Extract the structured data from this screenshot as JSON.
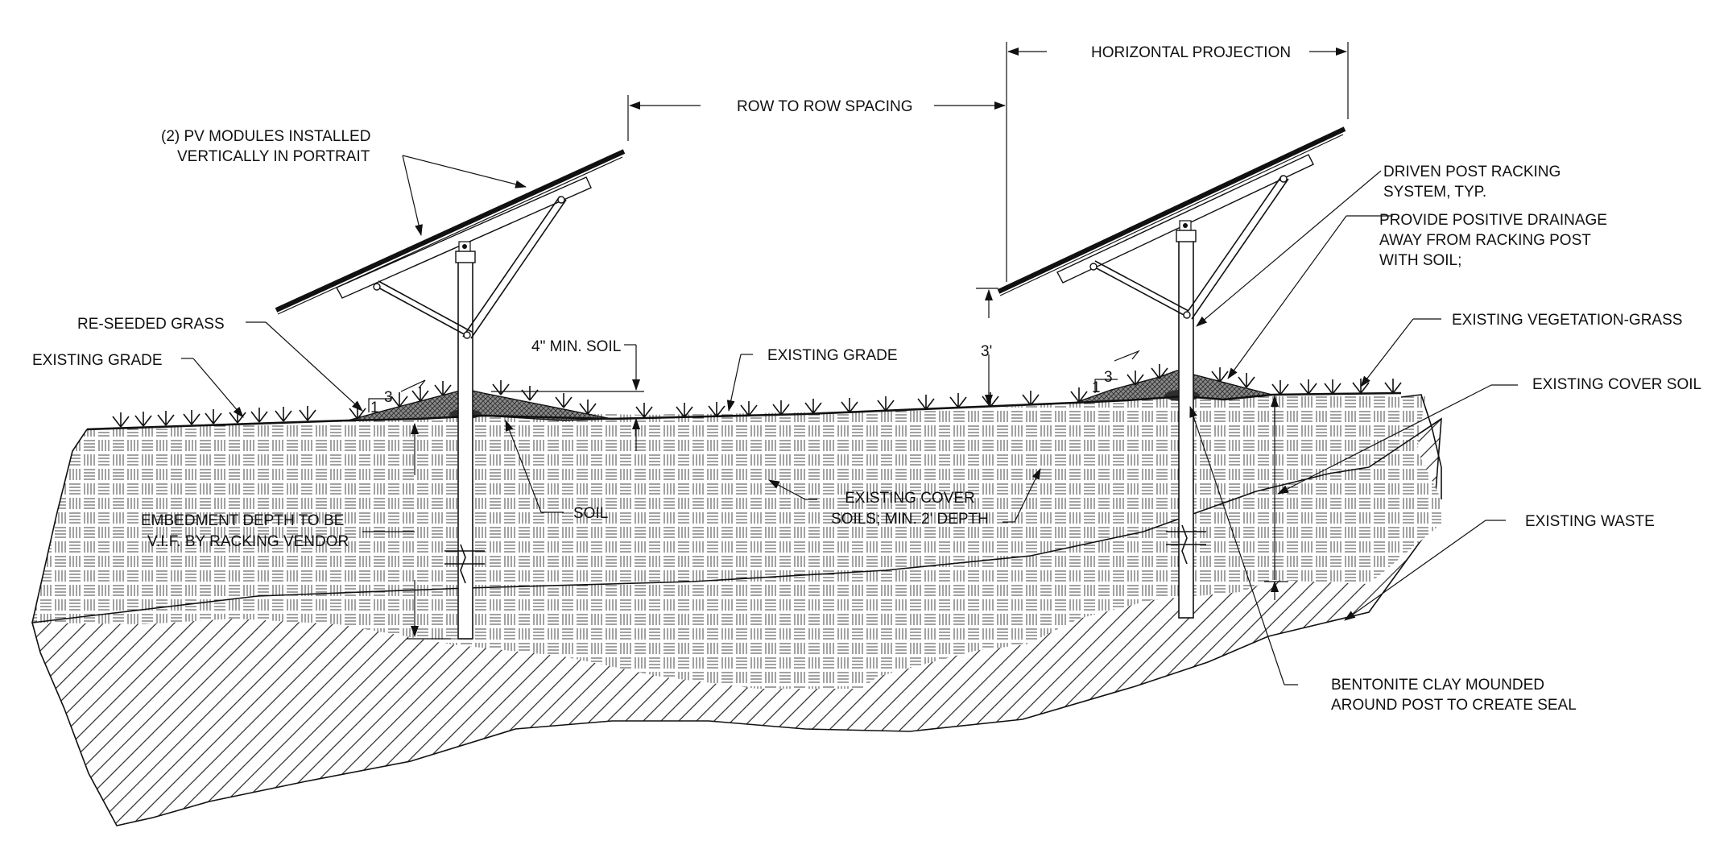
{
  "labels": {
    "pv_modules_1": "(2) PV MODULES INSTALLED",
    "pv_modules_2": "VERTICALLY IN PORTRAIT",
    "row_to_row": "ROW TO ROW SPACING",
    "horizontal_projection": "HORIZONTAL PROJECTION",
    "driven_post_1": "DRIVEN POST RACKING",
    "driven_post_2": "SYSTEM, TYP.",
    "positive_drainage_1": "PROVIDE POSITIVE DRAINAGE",
    "positive_drainage_2": "AWAY FROM RACKING POST",
    "positive_drainage_3": "WITH SOIL;",
    "existing_vegetation": "EXISTING VEGETATION-GRASS",
    "existing_cover_soil": "EXISTING COVER SOIL",
    "existing_waste": "EXISTING WASTE",
    "bentonite_1": "BENTONITE CLAY MOUNDED",
    "bentonite_2": "AROUND POST TO CREATE SEAL",
    "reseeded_grass": "RE-SEEDED GRASS",
    "existing_grade_left": "EXISTING GRADE",
    "min_soil": "4\" MIN. SOIL",
    "existing_grade_mid": "EXISTING GRADE",
    "height_3ft": "3'",
    "soil": "SOIL",
    "cover_soils_1": "EXISTING COVER",
    "cover_soils_2": "SOILS; MIN. 2' DEPTH",
    "embedment_1": "EMBEDMENT DEPTH TO BE",
    "embedment_2": "V.I.F. BY RACKING VENDOR",
    "slope_left_run": "3",
    "slope_left_rise": "1",
    "slope_right_run": "3",
    "slope_right_rise": "1"
  },
  "colors": {
    "line": "#111111",
    "background": "#ffffff",
    "mound": "#6b6b6b",
    "bentonite": "#2e2e2e"
  }
}
